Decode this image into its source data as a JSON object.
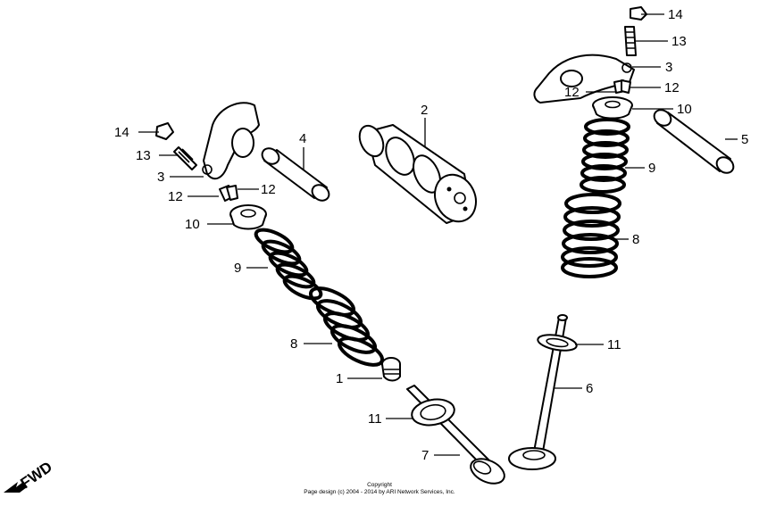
{
  "callouts": {
    "c1": "1",
    "c2": "2",
    "c3_left": "3",
    "c3_right": "3",
    "c4": "4",
    "c5": "5",
    "c6": "6",
    "c7": "7",
    "c8_left": "8",
    "c8_right": "8",
    "c9_left": "9",
    "c9_right": "9",
    "c10_left": "10",
    "c10_right": "10",
    "c11_left": "11",
    "c11_right": "11",
    "c12_left_a": "12",
    "c12_left_b": "12",
    "c12_right_a": "12",
    "c12_right_b": "12",
    "c13_left": "13",
    "c13_right": "13",
    "c14_left": "14",
    "c14_right": "14"
  },
  "direction_label": "FWD",
  "copyright": {
    "line1": "Copyright",
    "line2": "Page design (c) 2004 - 2014 by ARI Network Services, Inc."
  }
}
